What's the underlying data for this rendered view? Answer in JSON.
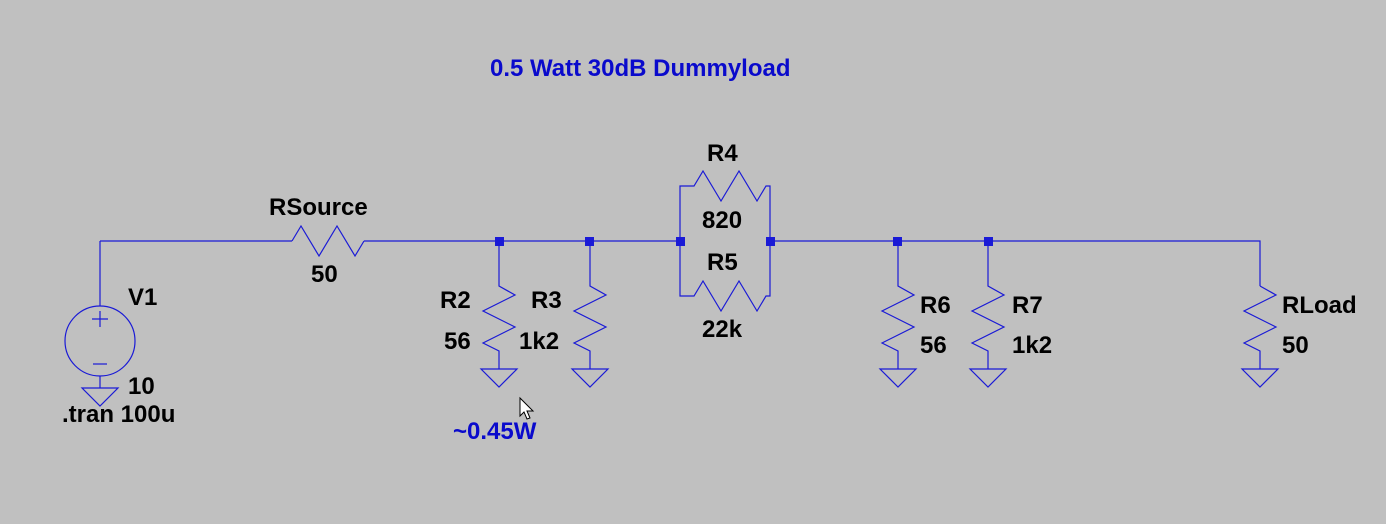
{
  "title": "0.5 Watt 30dB Dummyload",
  "directive": ".tran 100u",
  "power_note": "~0.45W",
  "components": {
    "v1": {
      "name": "V1",
      "value": "10"
    },
    "rsource": {
      "name": "RSource",
      "value": "50"
    },
    "r2": {
      "name": "R2",
      "value": "56"
    },
    "r3": {
      "name": "R3",
      "value": "1k2"
    },
    "r4": {
      "name": "R4",
      "value": "820"
    },
    "r5": {
      "name": "R5",
      "value": "22k"
    },
    "r6": {
      "name": "R6",
      "value": "56"
    },
    "r7": {
      "name": "R7",
      "value": "1k2"
    },
    "rload": {
      "name": "RLoad",
      "value": "50"
    }
  },
  "colors": {
    "wire": "#1a1ad6",
    "background": "#c0c0c0",
    "annotation": "#0a0acc"
  },
  "icons": {
    "cursor": "mouse-pointer-icon",
    "source_symbol": "voltage-source-icon",
    "ground_symbol": "ground-icon"
  }
}
